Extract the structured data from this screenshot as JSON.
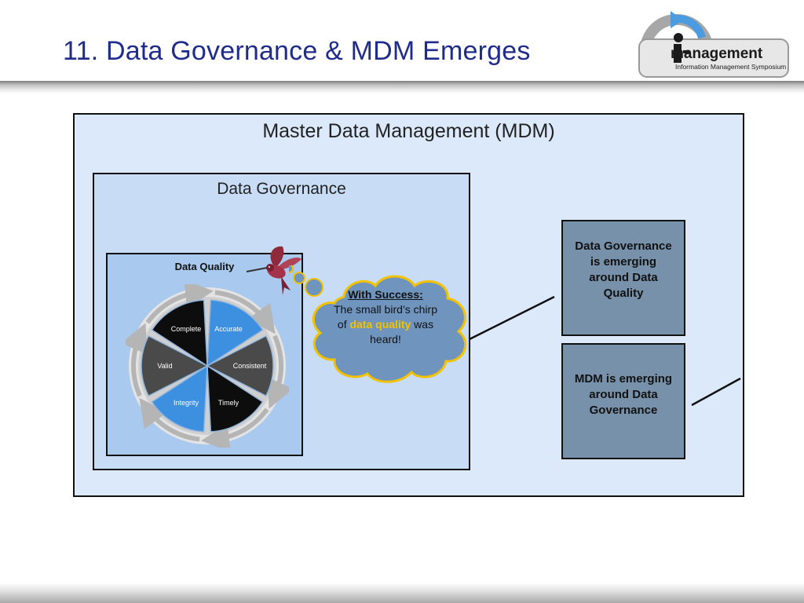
{
  "slide": {
    "title": "11. Data Governance & MDM Emerges"
  },
  "logo": {
    "icon": "i-management-logo-icon",
    "word": "management",
    "subtitle": "Information Management Symposium"
  },
  "mdm": {
    "title": "Master Data Management (MDM)"
  },
  "data_governance": {
    "title": "Data Governance"
  },
  "data_quality": {
    "title": "Data Quality",
    "segments": [
      {
        "label": "Complete",
        "color": "#0d0d0d"
      },
      {
        "label": "Accurate",
        "color": "#3d8fe0"
      },
      {
        "label": "Consistent",
        "color": "#4a4a4a"
      },
      {
        "label": "Timely",
        "color": "#0d0d0d"
      },
      {
        "label": "Integrity",
        "color": "#3d8fe0"
      },
      {
        "label": "Valid",
        "color": "#4a4a4a"
      }
    ]
  },
  "thought_cloud": {
    "heading": "With Success:",
    "text_before": "The small bird’s chirp of ",
    "highlight": "data quality",
    "text_after": " was heard!",
    "highlight_color": "#f2c200"
  },
  "callouts": [
    {
      "text": "Data Governance is emerging around Data Quality"
    },
    {
      "text": "MDM is emerging around Data Governance"
    }
  ],
  "colors": {
    "title_blue": "#1f2c8c",
    "mdm_fill": "#dbe9fb",
    "dg_fill": "#c8dcf6",
    "dq_fill": "#a9c9ee",
    "callout_fill": "#7891aa",
    "cloud_fill": "#6f95bf",
    "cloud_border": "#f2c200"
  }
}
